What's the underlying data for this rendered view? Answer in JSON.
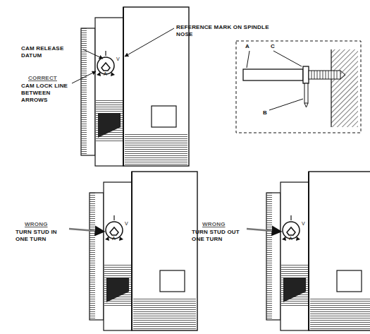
{
  "diagram": {
    "labels": [
      "REFERENCE MARK ON SPINDLE NOSE",
      "CAM RELEASE DATUM",
      "CORRECT",
      "CAM LOCK LINE BETWEEN ARROWS",
      "V",
      "A",
      "A",
      "C",
      "B",
      "WRONG",
      "TURN STUD IN ONE TURN",
      "V",
      "A",
      "WRONG",
      "TURN STUD OUT ONE TURN",
      "V",
      "A"
    ]
  }
}
